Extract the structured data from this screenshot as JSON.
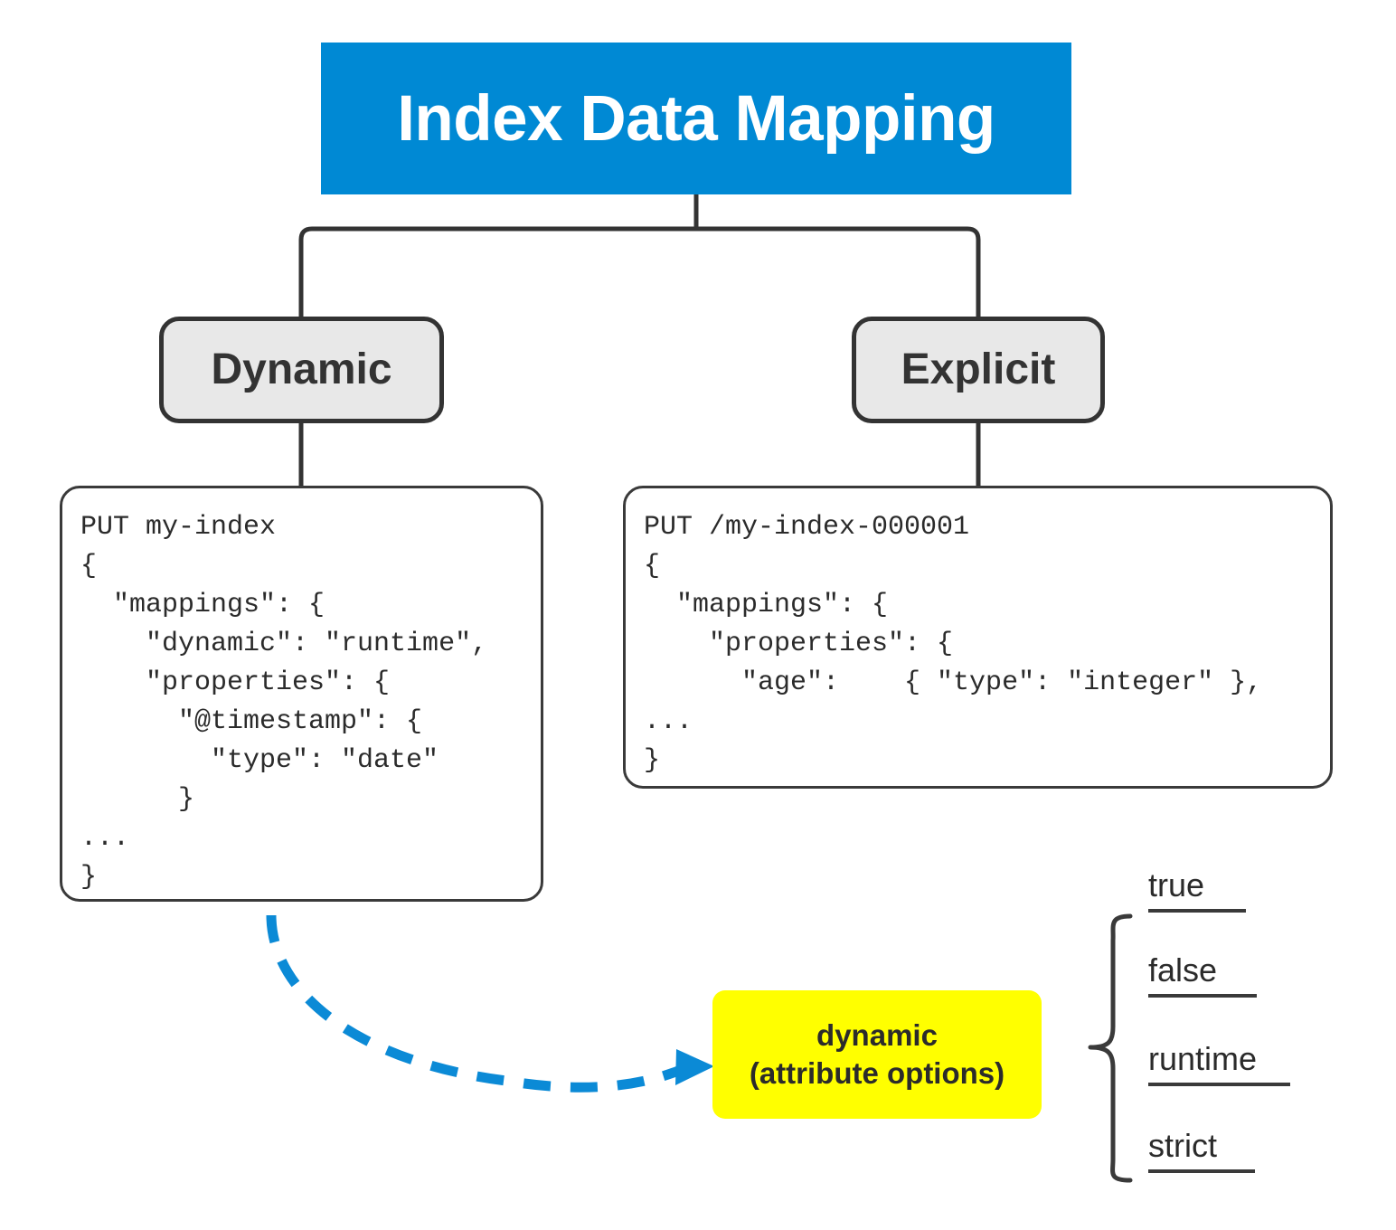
{
  "title": {
    "text": "Index Data Mapping",
    "background_color": "#0089d4",
    "text_color": "#ffffff"
  },
  "branches": [
    {
      "label": "Dynamic"
    },
    {
      "label": "Explicit"
    }
  ],
  "code_blocks": [
    {
      "name": "dynamic-mapping-example",
      "code": "PUT my-index\n{\n  \"mappings\": {\n    \"dynamic\": \"runtime\",\n    \"properties\": {\n      \"@timestamp\": {\n        \"type\": \"date\"\n      }\n...\n}"
    },
    {
      "name": "explicit-mapping-example",
      "code": "PUT /my-index-000001\n{\n  \"mappings\": {\n    \"properties\": {\n      \"age\":    { \"type\": \"integer\" },\n...\n}"
    }
  ],
  "callout": {
    "line1": "dynamic",
    "line2": "(attribute options)",
    "background_color": "#ffff00",
    "text_color": "#2b2b2b"
  },
  "options": {
    "items": [
      {
        "label": "true"
      },
      {
        "label": "false"
      },
      {
        "label": "runtime"
      },
      {
        "label": "strict"
      }
    ]
  },
  "colors": {
    "accent_blue": "#0089d4",
    "arrow_blue": "#0b8ad6",
    "node_fill": "#e8e8e8",
    "stroke_dark": "#333333",
    "highlight_yellow": "#ffff00"
  }
}
